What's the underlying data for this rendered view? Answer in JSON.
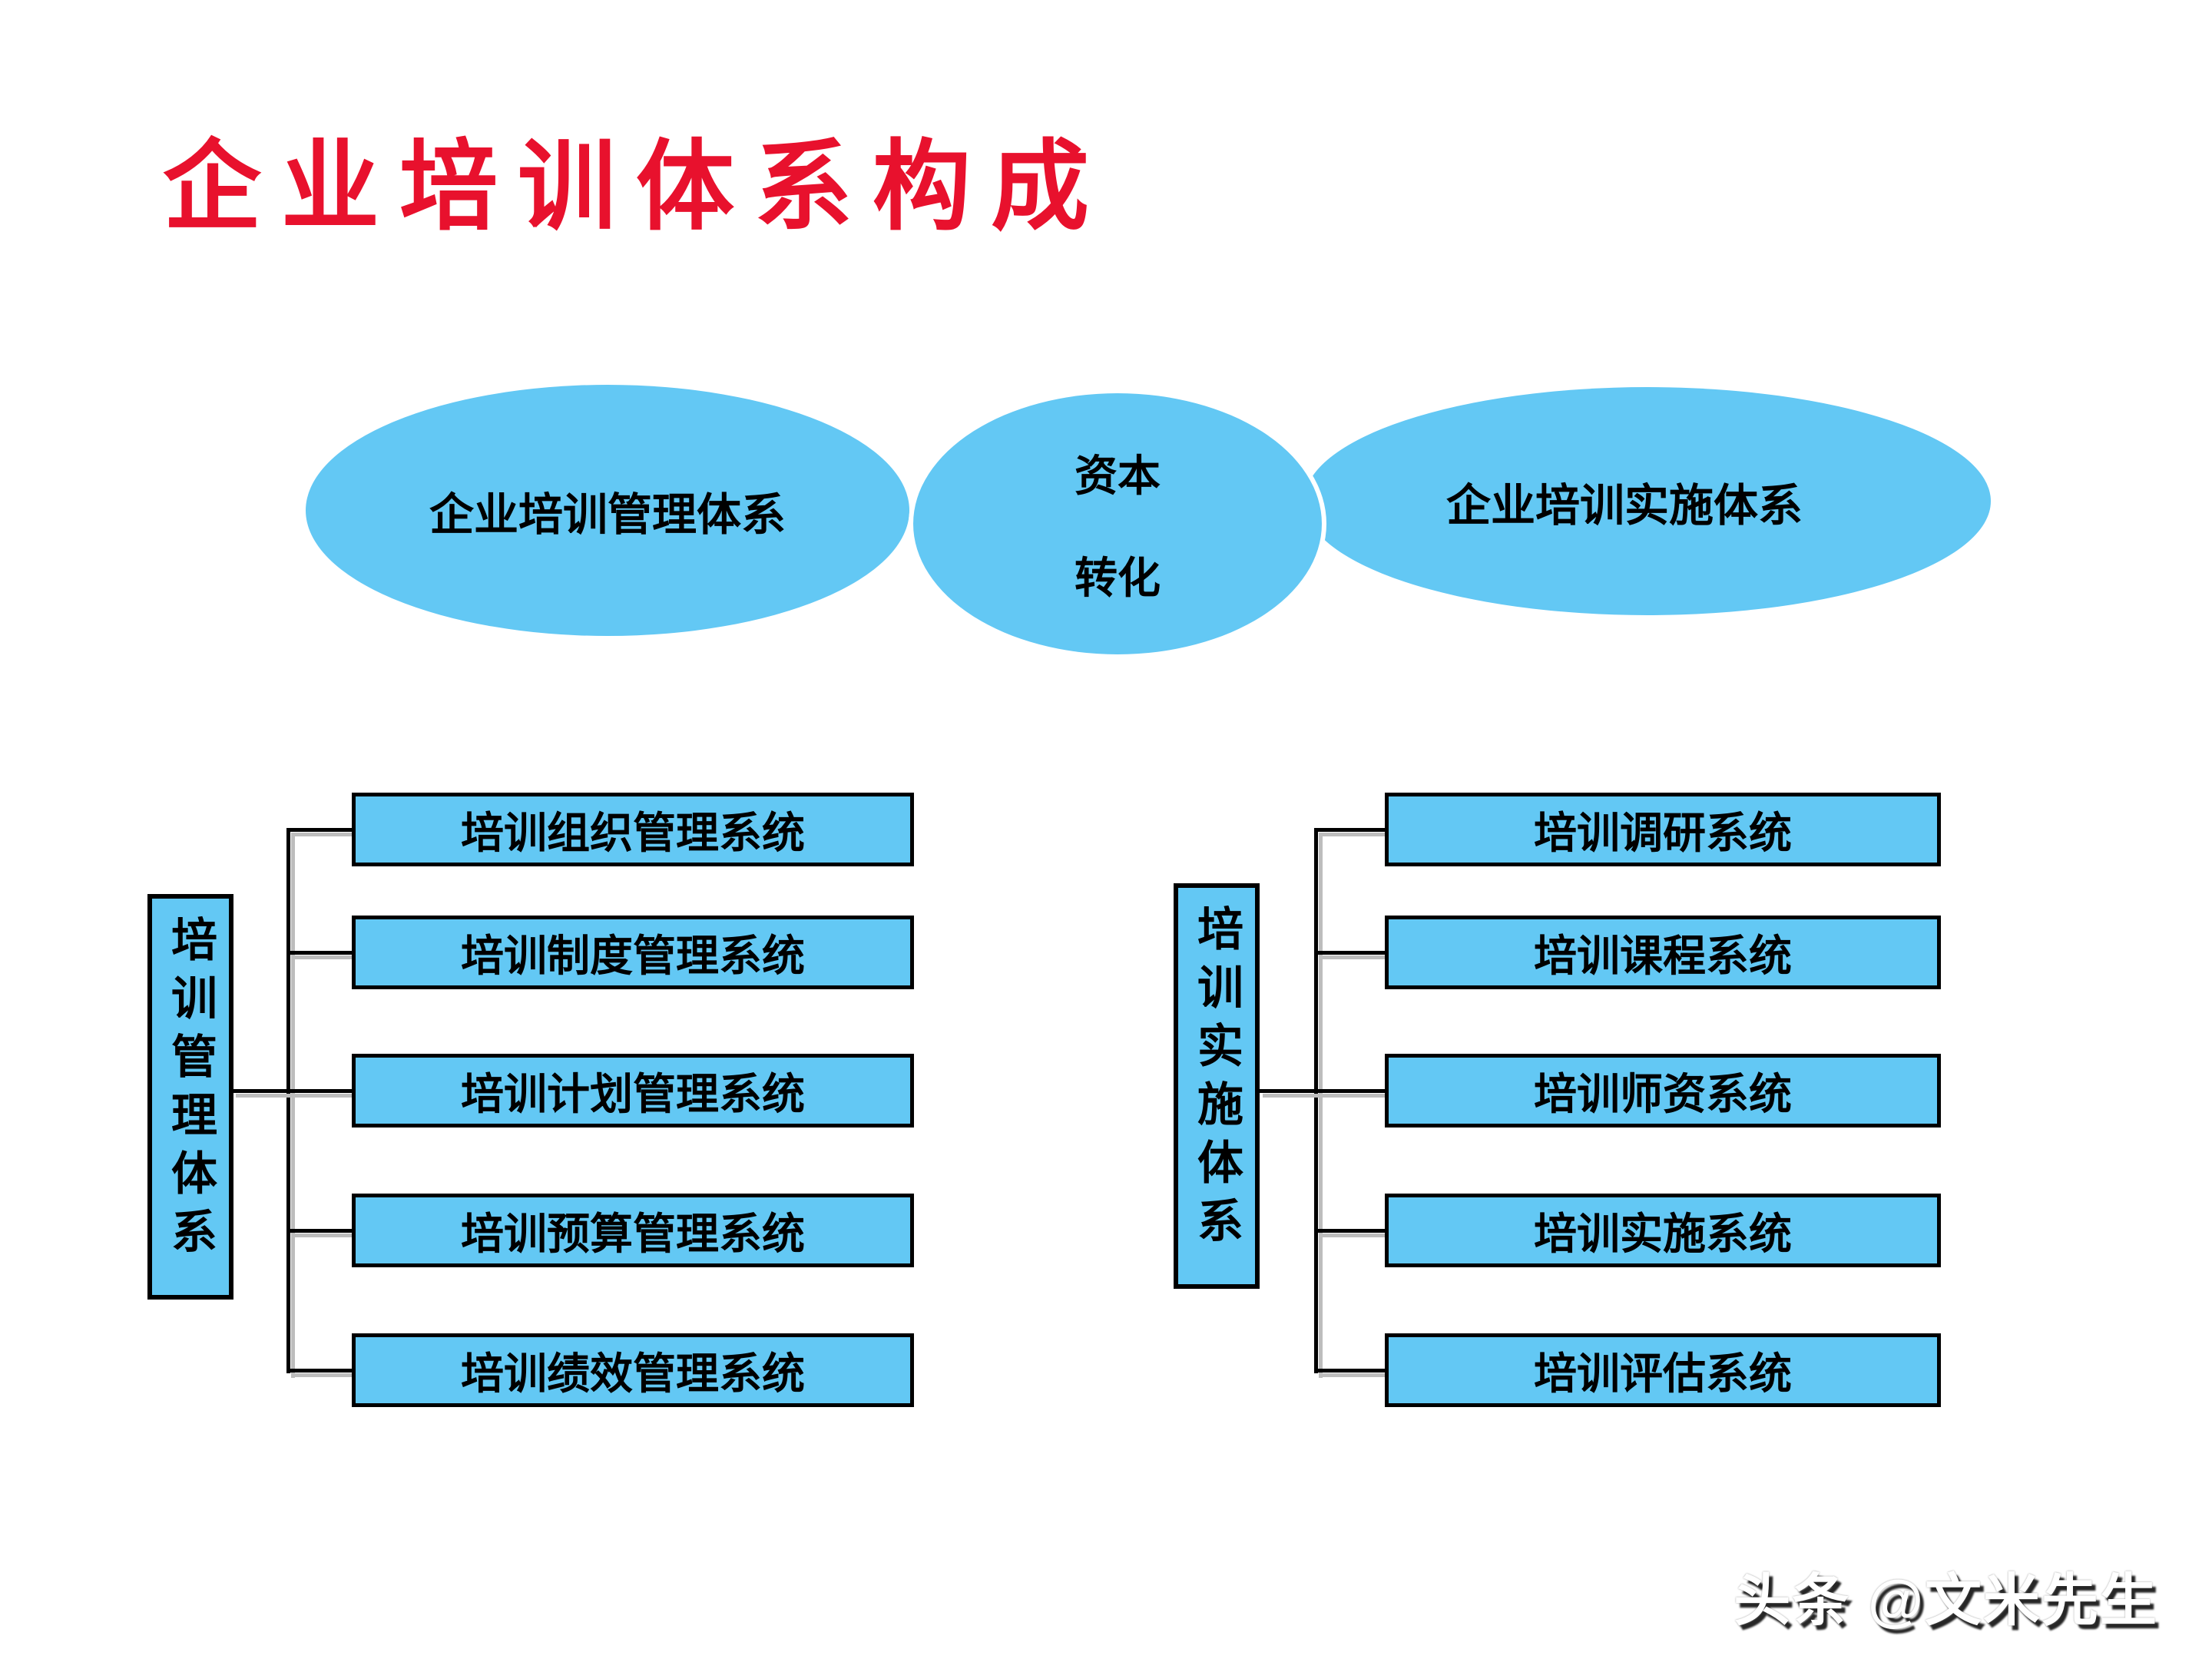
{
  "title": "企业培训体系构成",
  "colors": {
    "title_red": "#e8112d",
    "shape_blue": "#63c8f4",
    "line_black": "#000000",
    "line_shadow_gray": "#bdbdbd"
  },
  "ellipses": {
    "left_label": "企业培训管理体系",
    "middle_line1": "资本",
    "middle_line2": "转化",
    "right_label": "企业培训实施体系"
  },
  "left_group": {
    "side_label": "培训管理体系",
    "boxes": [
      "培训组织管理系统",
      "培训制度管理系统",
      "培训计划管理系统",
      "培训预算管理系统",
      "培训绩效管理系统"
    ]
  },
  "right_group": {
    "side_label": "培训实施体系",
    "boxes": [
      "培训调研系统",
      "培训课程系统",
      "培训师资系统",
      "培训实施系统",
      "培训评估系统"
    ]
  },
  "watermark": "头条 @文米先生"
}
